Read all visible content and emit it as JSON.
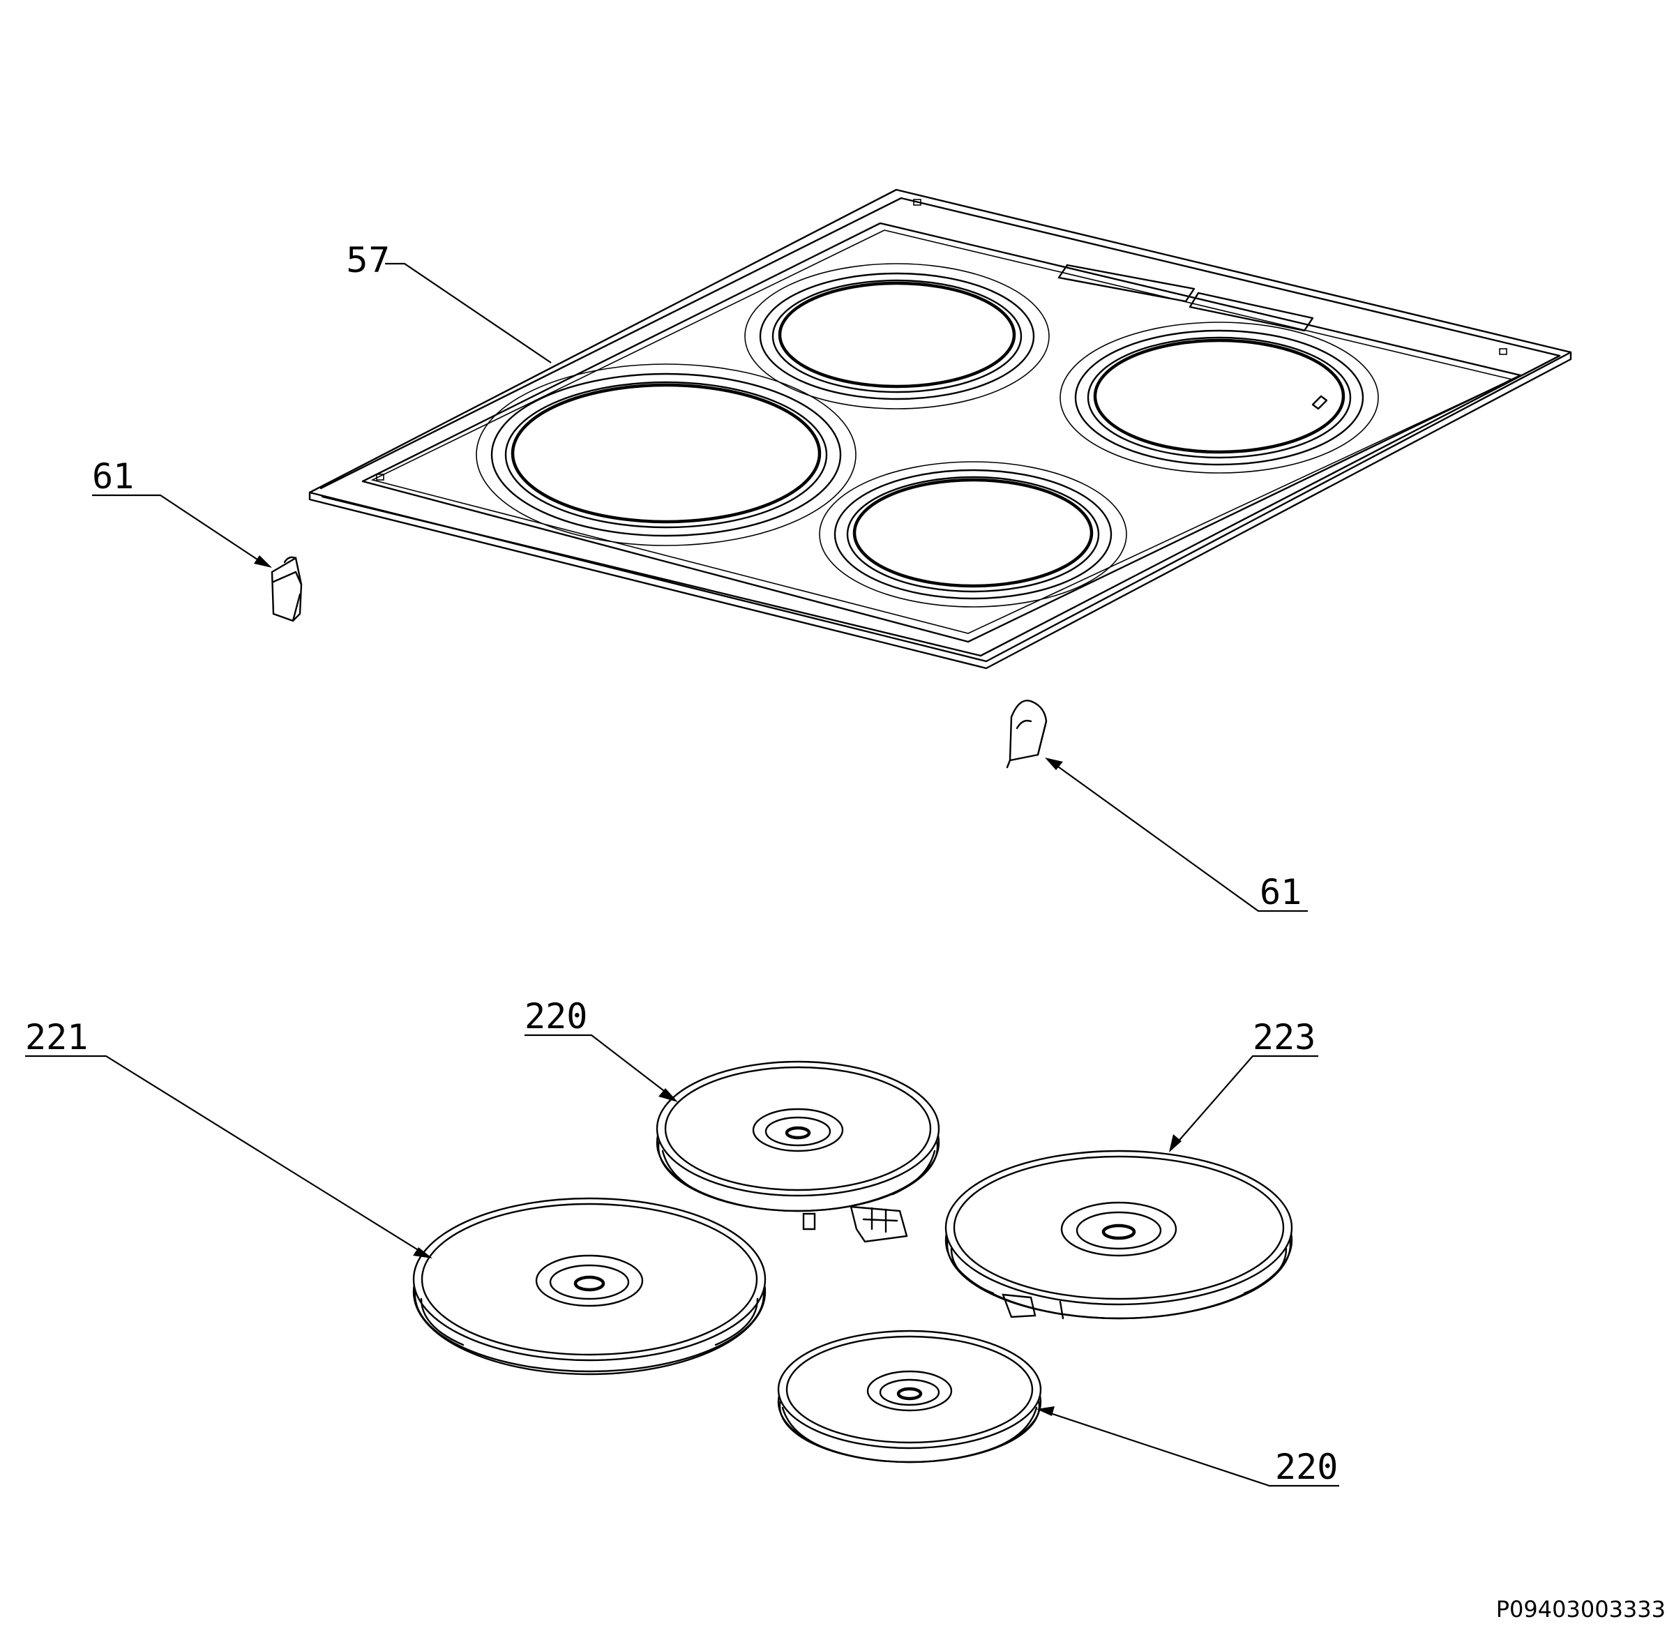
{
  "callouts": {
    "cooktop": "57",
    "clip_left": "61",
    "clip_right": "61",
    "plate_front_left": "221",
    "plate_rear_left": "220",
    "plate_front_right": "220",
    "plate_rear_right": "223"
  },
  "document_code": "P09403003333"
}
